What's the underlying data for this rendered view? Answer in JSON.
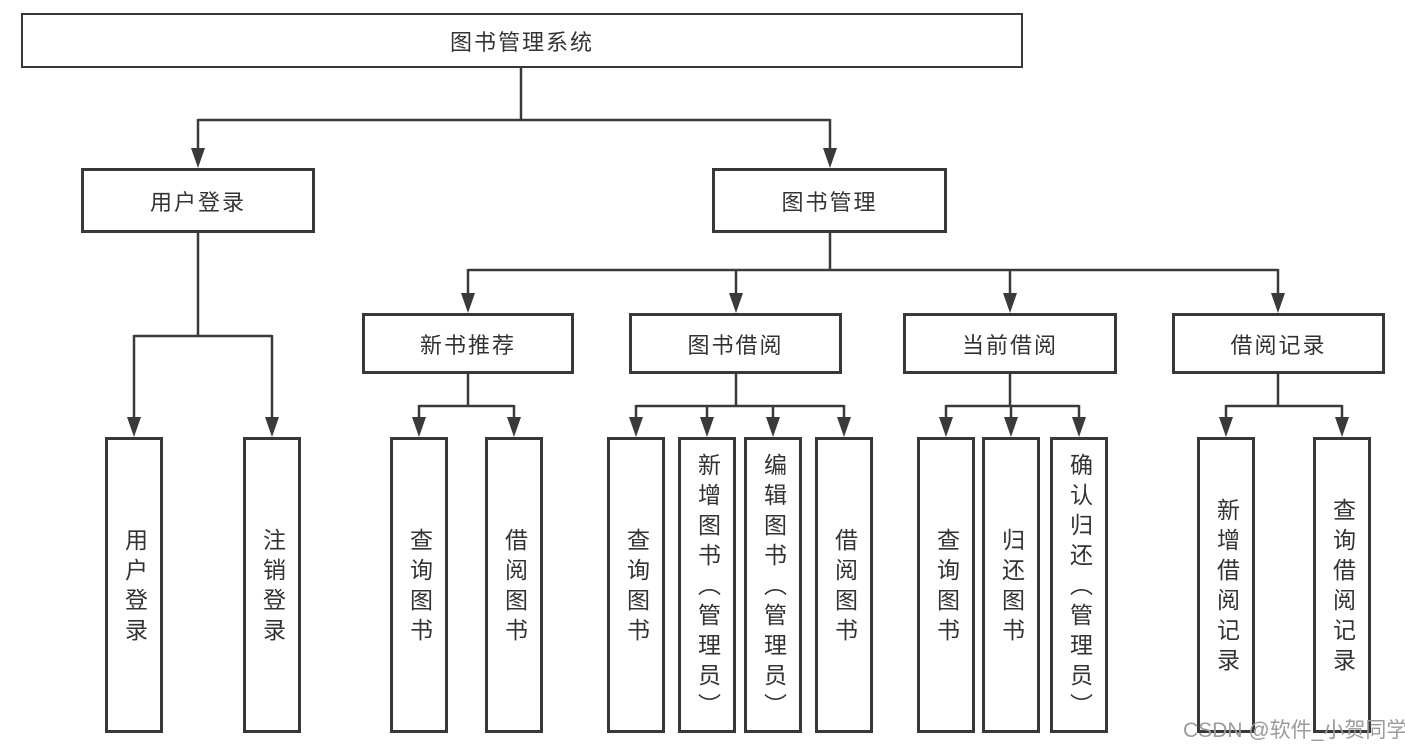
{
  "diagram": {
    "title": "图书管理系统",
    "level2": [
      "用户登录",
      "图书管理"
    ],
    "level3": [
      "新书推荐",
      "图书借阅",
      "当前借阅",
      "借阅记录"
    ],
    "leaves_login": [
      "用户登录",
      "注销登录"
    ],
    "leaves_recommend": [
      "查询图书",
      "借阅图书"
    ],
    "leaves_borrow": [
      "查询图书",
      "新增图书（管理员）",
      "编辑图书（管理员）",
      "借阅图书"
    ],
    "leaves_current": [
      "查询图书",
      "归还图书",
      "确认归还（管理员）"
    ],
    "leaves_records": [
      "新增借阅记录",
      "查询借阅记录"
    ]
  },
  "watermark": {
    "text": "CSDN @软件_小贺同学"
  },
  "colors": {
    "line": "#3a3a3a",
    "box_border": "#383838",
    "text": "#333333",
    "watermark": "#9b9b9b",
    "background": "#ffffff"
  }
}
